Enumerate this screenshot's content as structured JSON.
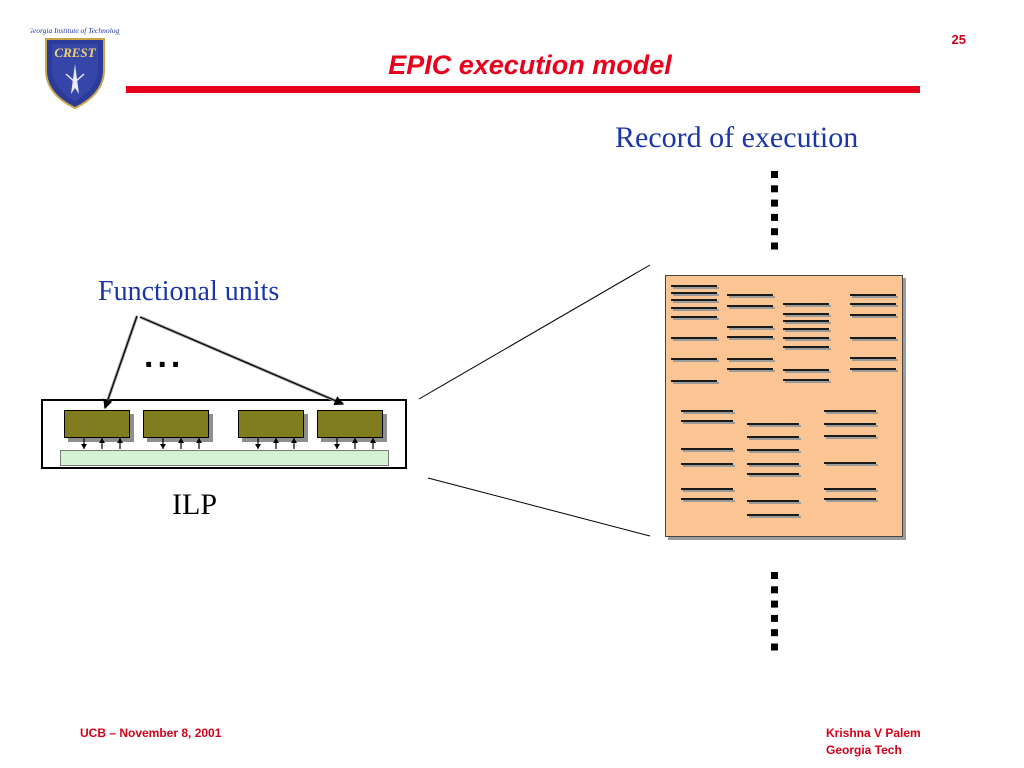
{
  "slide": {
    "number": "25",
    "title": "EPIC execution model",
    "accent_color": "#e8001c",
    "label_color": "#1c35a8"
  },
  "logo": {
    "caption": "Georgia Institute of Technology",
    "wordmark": "CREST",
    "icon": "crest-shield-icon"
  },
  "diagram": {
    "record_label": "Record of execution",
    "functional_units_label": "Functional units",
    "ellipsis": "...",
    "ilp_label": "ILP",
    "functional_unit_count": 4
  },
  "footer": {
    "left": "UCB – November 8, 2001",
    "author": "Krishna V Palem",
    "affiliation": "Georgia Tech"
  }
}
